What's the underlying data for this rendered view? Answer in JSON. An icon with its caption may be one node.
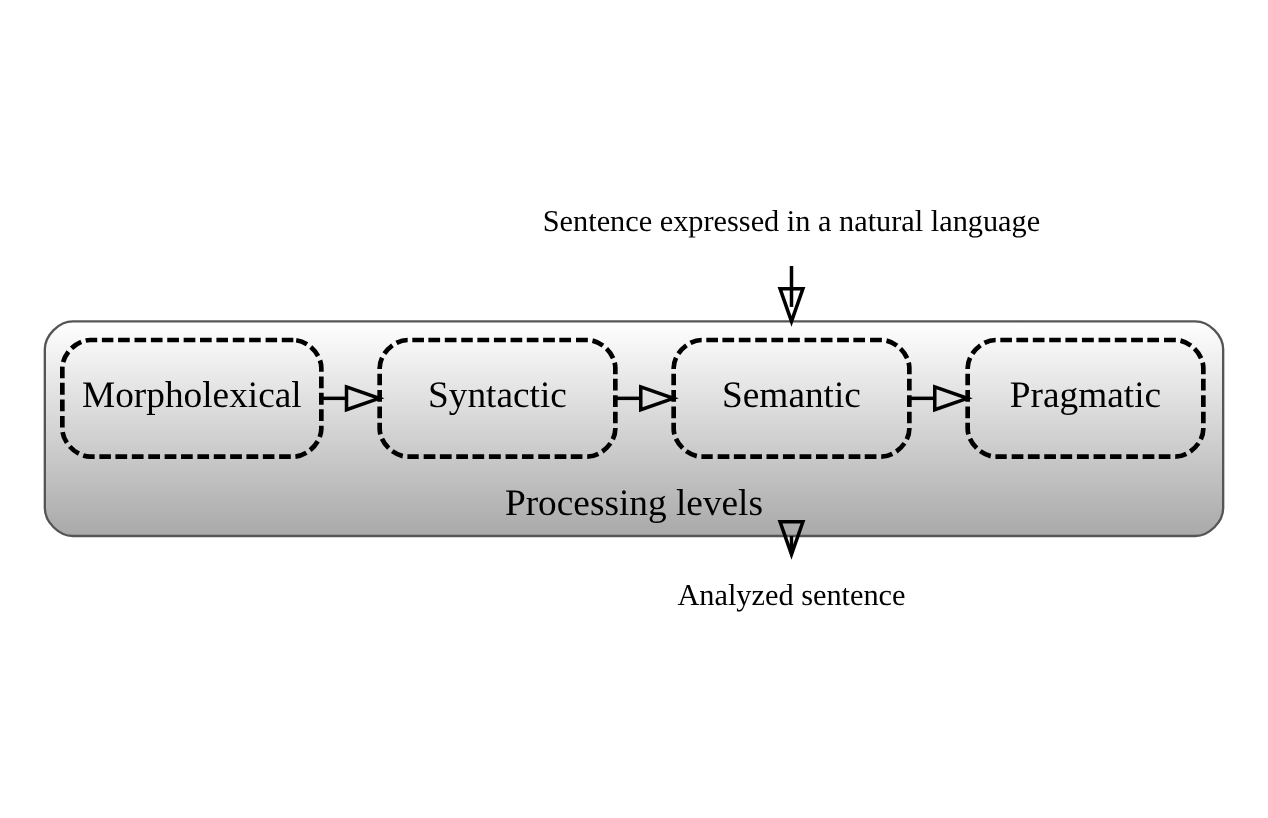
{
  "diagram": {
    "nodes": [
      {
        "text": [
          "Sentence expressed in a natural language"
        ]
      },
      {
        "text": [
          "Processing levels"
        ]
      },
      {
        "text": [
          "Morpholexical"
        ],
        "in": 1
      },
      {
        "text": [
          "Syntactic"
        ],
        "in": 1
      },
      {
        "text": [
          "Semantic"
        ],
        "in": 1
      },
      {
        "text": [
          "Pragmatic"
        ],
        "in": 1
      },
      {
        "text": [
          "Analyzed sentence"
        ]
      }
    ],
    "edges": [
      {
        "from": 0,
        "to": 1,
        "arrow": "to"
      },
      {
        "from": 2,
        "to": 3,
        "arrow": "to"
      },
      {
        "from": 3,
        "to": 4,
        "arrow": "to"
      },
      {
        "from": 4,
        "to": 5,
        "arrow": "to"
      },
      {
        "from": 1,
        "to": 6,
        "arrow": "to"
      }
    ]
  }
}
